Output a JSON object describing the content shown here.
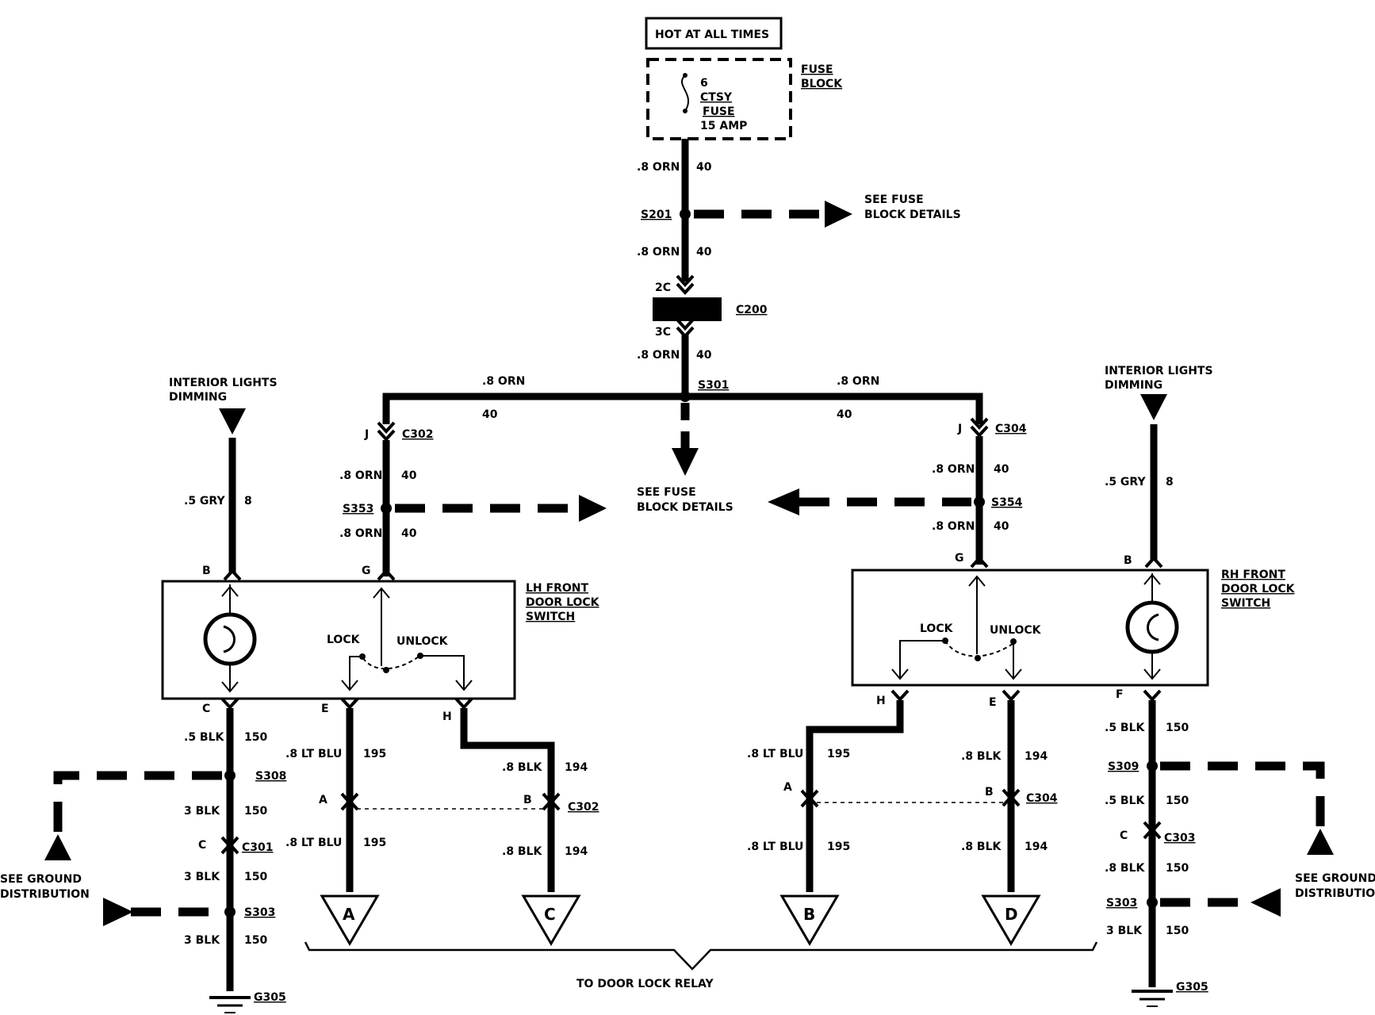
{
  "power_source": {
    "hot_label": "HOT AT ALL TIMES"
  },
  "fuse_block": {
    "title_line1": "FUSE",
    "title_line2": "BLOCK",
    "fuse_number": "6",
    "fuse_name1": "CTSY",
    "fuse_name2": "FUSE",
    "fuse_rating": "15 AMP"
  },
  "feed": {
    "wire_color": ".8 ORN",
    "circuit": "40",
    "splice_s201": "S201",
    "splice_s301": "S301",
    "connector_c200": "C200",
    "pin_2c": "2C",
    "pin_3c": "3C"
  },
  "notes": {
    "see_fuse_1": "SEE FUSE",
    "see_fuse_2": "BLOCK DETAILS",
    "see_ground_1": "SEE GROUND",
    "see_ground_2": "DISTRIBUTION",
    "interior_1": "INTERIOR LIGHTS",
    "interior_2": "DIMMING",
    "to_relay": "TO DOOR LOCK RELAY"
  },
  "left": {
    "gry_wire": ".5 GRY",
    "gry_circuit": "8",
    "pin_b": "B",
    "pin_g": "G",
    "pin_c": "C",
    "pin_e": "E",
    "pin_h": "H",
    "pin_j": "J",
    "pin_a": "A",
    "pin_b2": "B",
    "pin_c2": "C",
    "c302": "C302",
    "s353": "S353",
    "switch_1": "LH FRONT",
    "switch_2": "DOOR LOCK",
    "switch_3": "SWITCH",
    "lock": "LOCK",
    "unlock": "UNLOCK",
    "blk05": ".5 BLK",
    "blk3": "3 BLK",
    "c150": "150",
    "s308": "S308",
    "c301": "C301",
    "s303": "S303",
    "g305": "G305",
    "ltblu": ".8 LT BLU",
    "c195": "195",
    "blk08": ".8 BLK",
    "c194": "194"
  },
  "right": {
    "gry_wire": ".5 GRY",
    "gry_circuit": "8",
    "pin_b": "B",
    "pin_g": "G",
    "pin_f": "F",
    "pin_e": "E",
    "pin_h": "H",
    "pin_j": "J",
    "pin_a": "A",
    "pin_b2": "B",
    "pin_c": "C",
    "c304": "C304",
    "s354": "S354",
    "switch_1": "RH FRONT",
    "switch_2": "DOOR LOCK",
    "switch_3": "SWITCH",
    "lock": "LOCK",
    "unlock": "UNLOCK",
    "blk05": ".5 BLK",
    "blk08": ".8 BLK",
    "blk3": "3 BLK",
    "c150": "150",
    "s309": "S309",
    "c303": "C303",
    "s303": "S303",
    "g305": "G305",
    "ltblu": ".8 LT BLU",
    "c195": "195",
    "c194": "194"
  },
  "terminals": {
    "a": "A",
    "b": "B",
    "c": "C",
    "d": "D"
  }
}
